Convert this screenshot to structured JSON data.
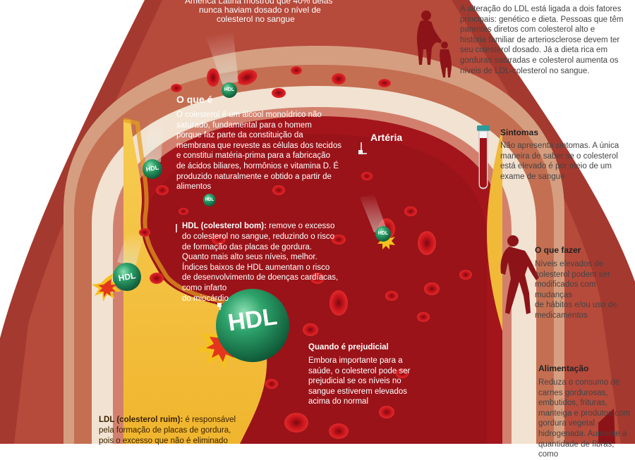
{
  "top_note": {
    "line1": "América Latina mostrou que 40% delas",
    "line2": "nunca haviam dosado o nível de",
    "line3": "colesterol no sangue"
  },
  "artery_label": "Artéria",
  "oque_e": {
    "title": "O que é",
    "lines": [
      "O colesterol é um álcool monoídrico não",
      "saturado, fundamental para o homem",
      "porque faz parte da constituição da",
      "membrana que reveste as células dos tecidos",
      "e constitui matéria-prima para a fabricação",
      "de ácidos biliares, hormônios e vitamina D. É",
      "produzido naturalmente e obtido a partir de",
      "alimentos"
    ]
  },
  "hdl_text": {
    "title": "HDL (colesterol bom):",
    "first_rest": " remove o excesso",
    "lines": [
      "do colesterol no sangue, reduzindo o risco",
      "de formação das placas de gordura.",
      "Quanto mais alto seus níveis, melhor.",
      "Índices baixos de HDL aumentam o risco",
      "de desenvolvimento de doenças cardíacas,",
      "como infarto",
      "do miocárdio"
    ]
  },
  "prejudicial": {
    "title": "Quando é prejudicial",
    "lines": [
      "Embora importante para a",
      "saúde, o colesterol pode ser",
      "prejudicial se os níveis no",
      "sangue estiverem elevados",
      "acima do normal"
    ]
  },
  "ldl_text": {
    "title": "LDL (colesterol ruim):",
    "first_rest": " é responsável",
    "lines": [
      "pela formação de placas de gordura,",
      "pois o excesso que não é eliminado"
    ]
  },
  "ldl_change": {
    "lines": [
      "A alteração do LDL está ligada a dois fatores",
      "principais: genético e dieta. Pessoas que têm",
      "parentes diretos com colesterol alto e",
      "história familiar de arteriosclerose devem ter",
      "seu colesterol dosado. Já a dieta rica em",
      "gorduras saturadas e colesterol aumenta os",
      "níveis de LDL-colesterol no sangue."
    ]
  },
  "sintomas": {
    "title": "Sintomas",
    "lines": [
      "Não apresenta sintomas. A única",
      "maneira de saber se o colesterol",
      "está elevado é por meio de um",
      "exame de sangue"
    ]
  },
  "o_que_fazer": {
    "title": "O que fazer",
    "lines": [
      "Níveis elevados de",
      "colesterol podem ser",
      "modificados com mudanças",
      "de hábitos e/ou uso de",
      "medicamentos"
    ]
  },
  "alimentacao": {
    "title": "Alimentação",
    "lines": [
      "Reduza o consumo de",
      "carnes gordurosas,",
      "embutidos, frituras,",
      "manteiga e produtos com",
      "gordura vegetal",
      "hidrogenada. Aumente a",
      "quantidade de fibras, como"
    ]
  },
  "ball_labels": {
    "big": "HDL",
    "small": "HDL"
  },
  "colors": {
    "blood_red": "#a3151b",
    "dark_red": "#6a0b0f",
    "plaque_yellow": "#f5c23c",
    "hdl_green": "#1f8a5a",
    "icon_red": "#8c1418"
  }
}
